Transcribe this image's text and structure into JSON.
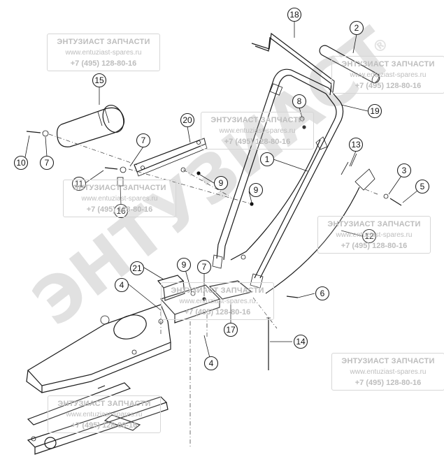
{
  "watermark": {
    "big_text": "ЭНТУЗИАСТ",
    "registered_mark": "®"
  },
  "stamp": {
    "company": "ЭНТУЗИАСТ ЗАПЧАСТИ",
    "site": "www.entuziast-spares.ru",
    "phone": "+7 (495) 128-80-16"
  },
  "callouts": [
    {
      "id": "c18",
      "label": "18"
    },
    {
      "id": "c2",
      "label": "2"
    },
    {
      "id": "c15",
      "label": "15"
    },
    {
      "id": "c8",
      "label": "8"
    },
    {
      "id": "c19",
      "label": "19"
    },
    {
      "id": "c20",
      "label": "20"
    },
    {
      "id": "c1",
      "label": "1"
    },
    {
      "id": "c13",
      "label": "13"
    },
    {
      "id": "c7a",
      "label": "7"
    },
    {
      "id": "c10",
      "label": "10"
    },
    {
      "id": "c7b",
      "label": "7"
    },
    {
      "id": "c3",
      "label": "3"
    },
    {
      "id": "c5",
      "label": "5"
    },
    {
      "id": "c11",
      "label": "11"
    },
    {
      "id": "c9a",
      "label": "9"
    },
    {
      "id": "c9b",
      "label": "9"
    },
    {
      "id": "c16",
      "label": "16"
    },
    {
      "id": "c12",
      "label": "12"
    },
    {
      "id": "c21",
      "label": "21"
    },
    {
      "id": "c9c",
      "label": "9"
    },
    {
      "id": "c7c",
      "label": "7"
    },
    {
      "id": "c4a",
      "label": "4"
    },
    {
      "id": "c6",
      "label": "6"
    },
    {
      "id": "c17",
      "label": "17"
    },
    {
      "id": "c14",
      "label": "14"
    },
    {
      "id": "c4b",
      "label": "4"
    }
  ]
}
